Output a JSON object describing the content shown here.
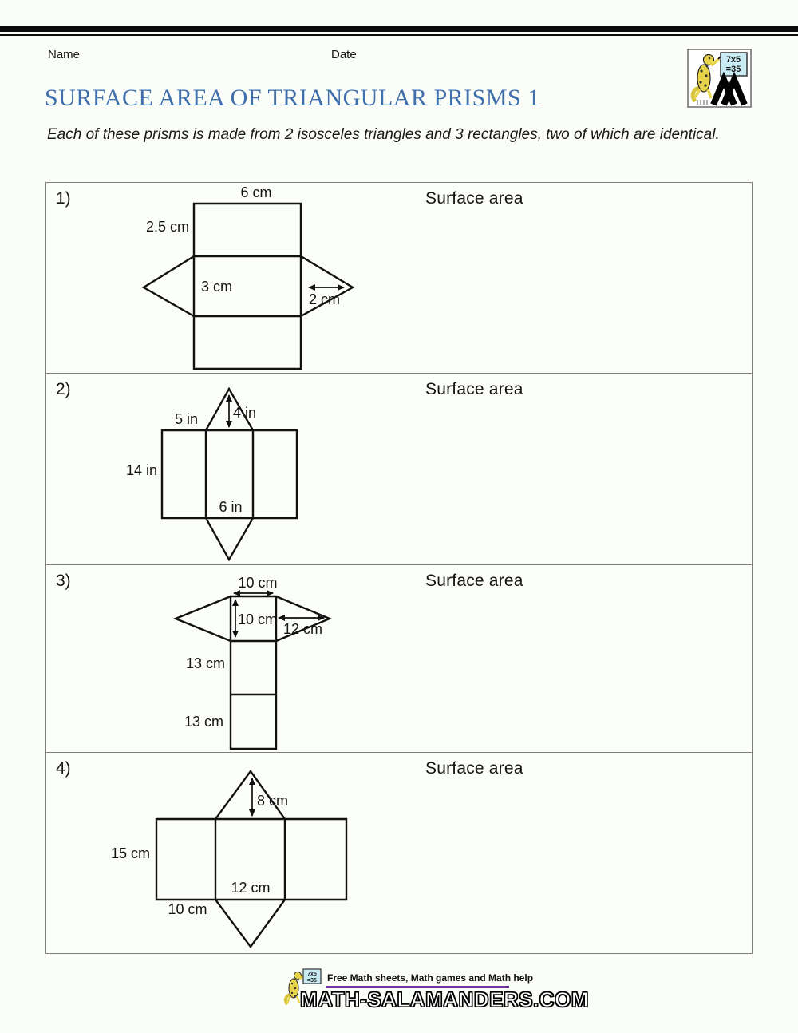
{
  "header": {
    "name_label": "Name",
    "date_label": "Date"
  },
  "title": "SURFACE AREA OF TRIANGULAR PRISMS 1",
  "subtitle": "Each of these prisms is made from 2 isosceles triangles and 3 rectangles, two of which are identical.",
  "logo": {
    "board_line1": "7x5",
    "board_line2": "=35"
  },
  "problems": [
    {
      "number": "1)",
      "surface_label": "Surface area",
      "labels": {
        "top_width": "6 cm",
        "rect_height": "2.5 cm",
        "base_width": "3 cm",
        "depth": "2 cm"
      }
    },
    {
      "number": "2)",
      "surface_label": "Surface area",
      "labels": {
        "slant_side": "5 in",
        "tri_height": "4 in",
        "prism_length": "14 in",
        "base_width": "6 in"
      }
    },
    {
      "number": "3)",
      "surface_label": "Surface area",
      "labels": {
        "top_width": "10 cm",
        "side_height": "10 cm",
        "depth": "12 cm",
        "rect1_height": "13 cm",
        "rect2_height": "13 cm"
      }
    },
    {
      "number": "4)",
      "surface_label": "Surface area",
      "labels": {
        "tri_height": "8 cm",
        "prism_length": "15 cm",
        "base_width": "12 cm",
        "side_width": "10 cm"
      }
    }
  ],
  "footer": {
    "tagline": "Free Math sheets, Math games and Math help",
    "site": "MATH-SALAMANDERS.COM",
    "board_line1": "7x5",
    "board_line2": "=35"
  },
  "colors": {
    "title_blue": "#3f6fad",
    "purple_rule": "#7030a0",
    "salamander_yellow": "#e8d44a",
    "board_blue": "#c9ecf4"
  }
}
